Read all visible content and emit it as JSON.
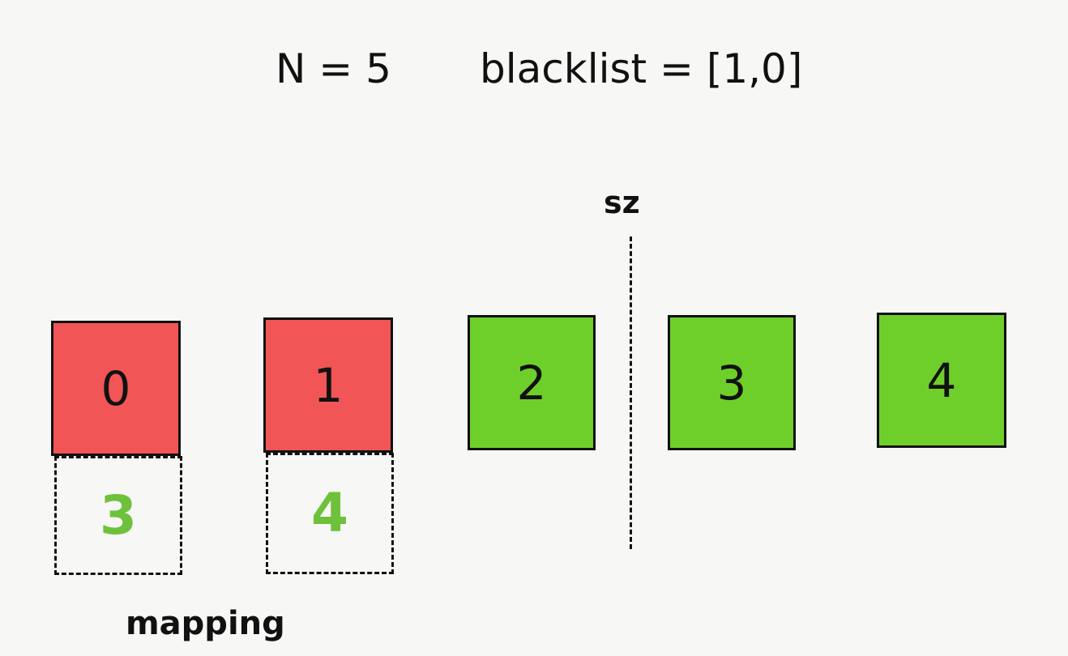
{
  "title": {
    "n_text": "N = 5",
    "blacklist_text": "blacklist = [1,0]"
  },
  "sz_label": "sz",
  "cells": [
    {
      "value": "0",
      "status": "blacklisted",
      "color": "#f25555"
    },
    {
      "value": "1",
      "status": "blacklisted",
      "color": "#f25555"
    },
    {
      "value": "2",
      "status": "allowed",
      "color": "#6fcf2a"
    },
    {
      "value": "3",
      "status": "allowed",
      "color": "#6fcf2a"
    },
    {
      "value": "4",
      "status": "allowed",
      "color": "#6fcf2a"
    }
  ],
  "mapping": {
    "label": "mapping",
    "values": [
      "3",
      "4"
    ],
    "color": "#6ec13a"
  }
}
